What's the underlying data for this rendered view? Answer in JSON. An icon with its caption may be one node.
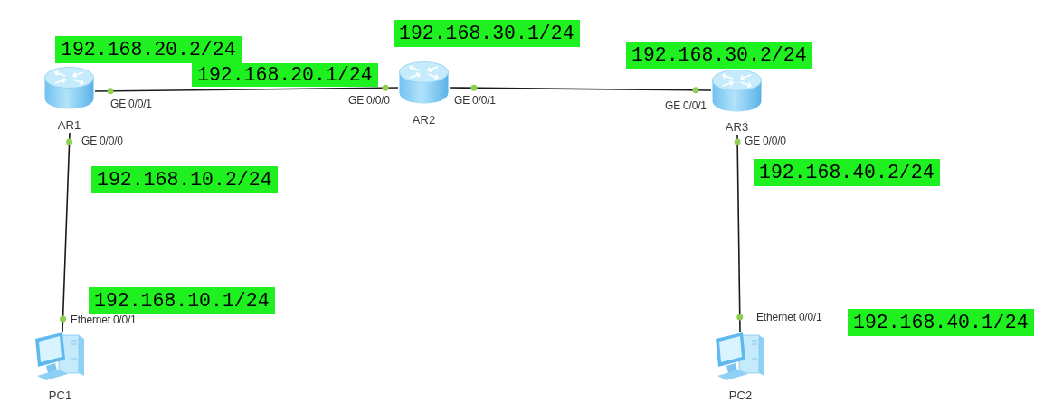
{
  "diagram": {
    "nodes": [
      {
        "text": [
          "AR1"
        ]
      },
      {
        "text": [
          "AR2"
        ]
      },
      {
        "text": [
          "AR3"
        ]
      },
      {
        "text": [
          "PC1"
        ]
      },
      {
        "text": [
          "PC2"
        ]
      }
    ],
    "edges": [
      {
        "from": 0,
        "to": 1,
        "arrow": "none"
      },
      {
        "from": 1,
        "to": 2,
        "arrow": "none"
      },
      {
        "from": 0,
        "to": 3,
        "arrow": "none"
      },
      {
        "from": 2,
        "to": 4,
        "arrow": "none"
      }
    ],
    "labels": [
      "192.168.30.1/24",
      "192.168.20.2/24",
      "192.168.30.2/24",
      "192.168.20.1/24",
      "GE 0/0/1",
      "GE 0/0/0",
      "GE 0/0/1",
      "GE 0/0/1",
      "GE 0/0/0",
      "GE 0/0/0",
      "192.168.10.2/24",
      "192.168.40.2/24",
      "192.168.10.1/24",
      "Ethernet 0/0/1",
      "Ethernet 0/0/1",
      "192.168.40.1/24"
    ]
  }
}
